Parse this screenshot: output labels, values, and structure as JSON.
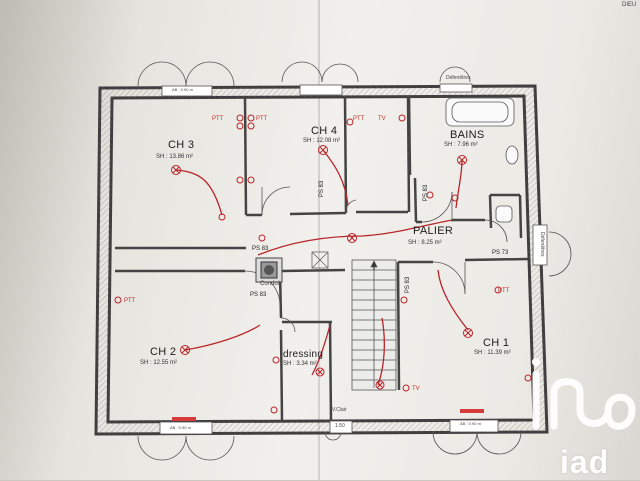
{
  "rooms": {
    "ch3": {
      "name": "CH 3",
      "area": "SH : 13.86 m²"
    },
    "ch4": {
      "name": "CH 4",
      "area": "SH : 12.08 m²"
    },
    "bains": {
      "name": "BAINS",
      "area": "SH : 7.96 m²"
    },
    "palier": {
      "name": "PALIER",
      "area": "SH : 8.25 m²"
    },
    "ch2": {
      "name": "CH 2",
      "area": "SH : 12.55 m²"
    },
    "dressing": {
      "name": "dressing",
      "area": "SH : 3.34 m²"
    },
    "ch1": {
      "name": "CH 1",
      "area": "SH : 11.39 m²"
    }
  },
  "door_tags": {
    "ps83_ch4": "PS 83",
    "ps83_bains": "PS 83",
    "ps83_palier": "PS 83",
    "ps83_ch2": "PS 83",
    "ps83_stair": "PS 83",
    "ps73": "PS 73"
  },
  "outlets": {
    "ptt_ch3": "PTT",
    "ptt_ch3b": "PTT",
    "ptt_ch4": "PTT",
    "tv_ch4": "TV",
    "ptt_ch2": "PTT",
    "ptt_ch1": "PTT",
    "tv_ch1": "TV"
  },
  "windows": {
    "top_left": "AB : 0.90 m",
    "top_right": "Défenêtres",
    "right": "Défenêtres",
    "bottom_left": "AB : 0.90 m",
    "bottom_mid": "1.50",
    "bottom_right": "AB : 0.90 m"
  },
  "misc": {
    "chimney": "Conduit",
    "vclair": "V.Clair",
    "corner_top": "DIEU"
  },
  "brand": {
    "logo_text": "iad",
    "accent": "#ffffff",
    "wire_color": "#b8252a",
    "wall_color": "#4a4a4a"
  }
}
